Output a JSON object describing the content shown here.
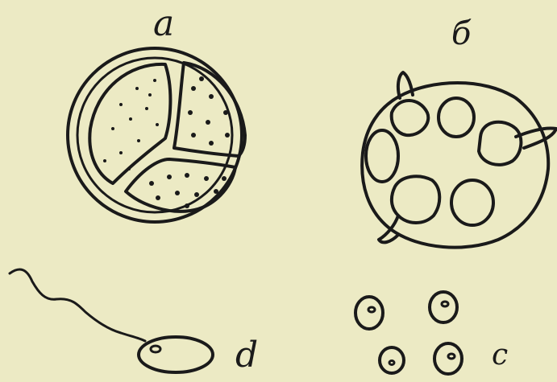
{
  "labels": {
    "a": "a",
    "b": "б",
    "d": "d",
    "c": "c"
  },
  "colors": {
    "paper": "#ECEAC4",
    "ink": "#1a1a1a"
  }
}
